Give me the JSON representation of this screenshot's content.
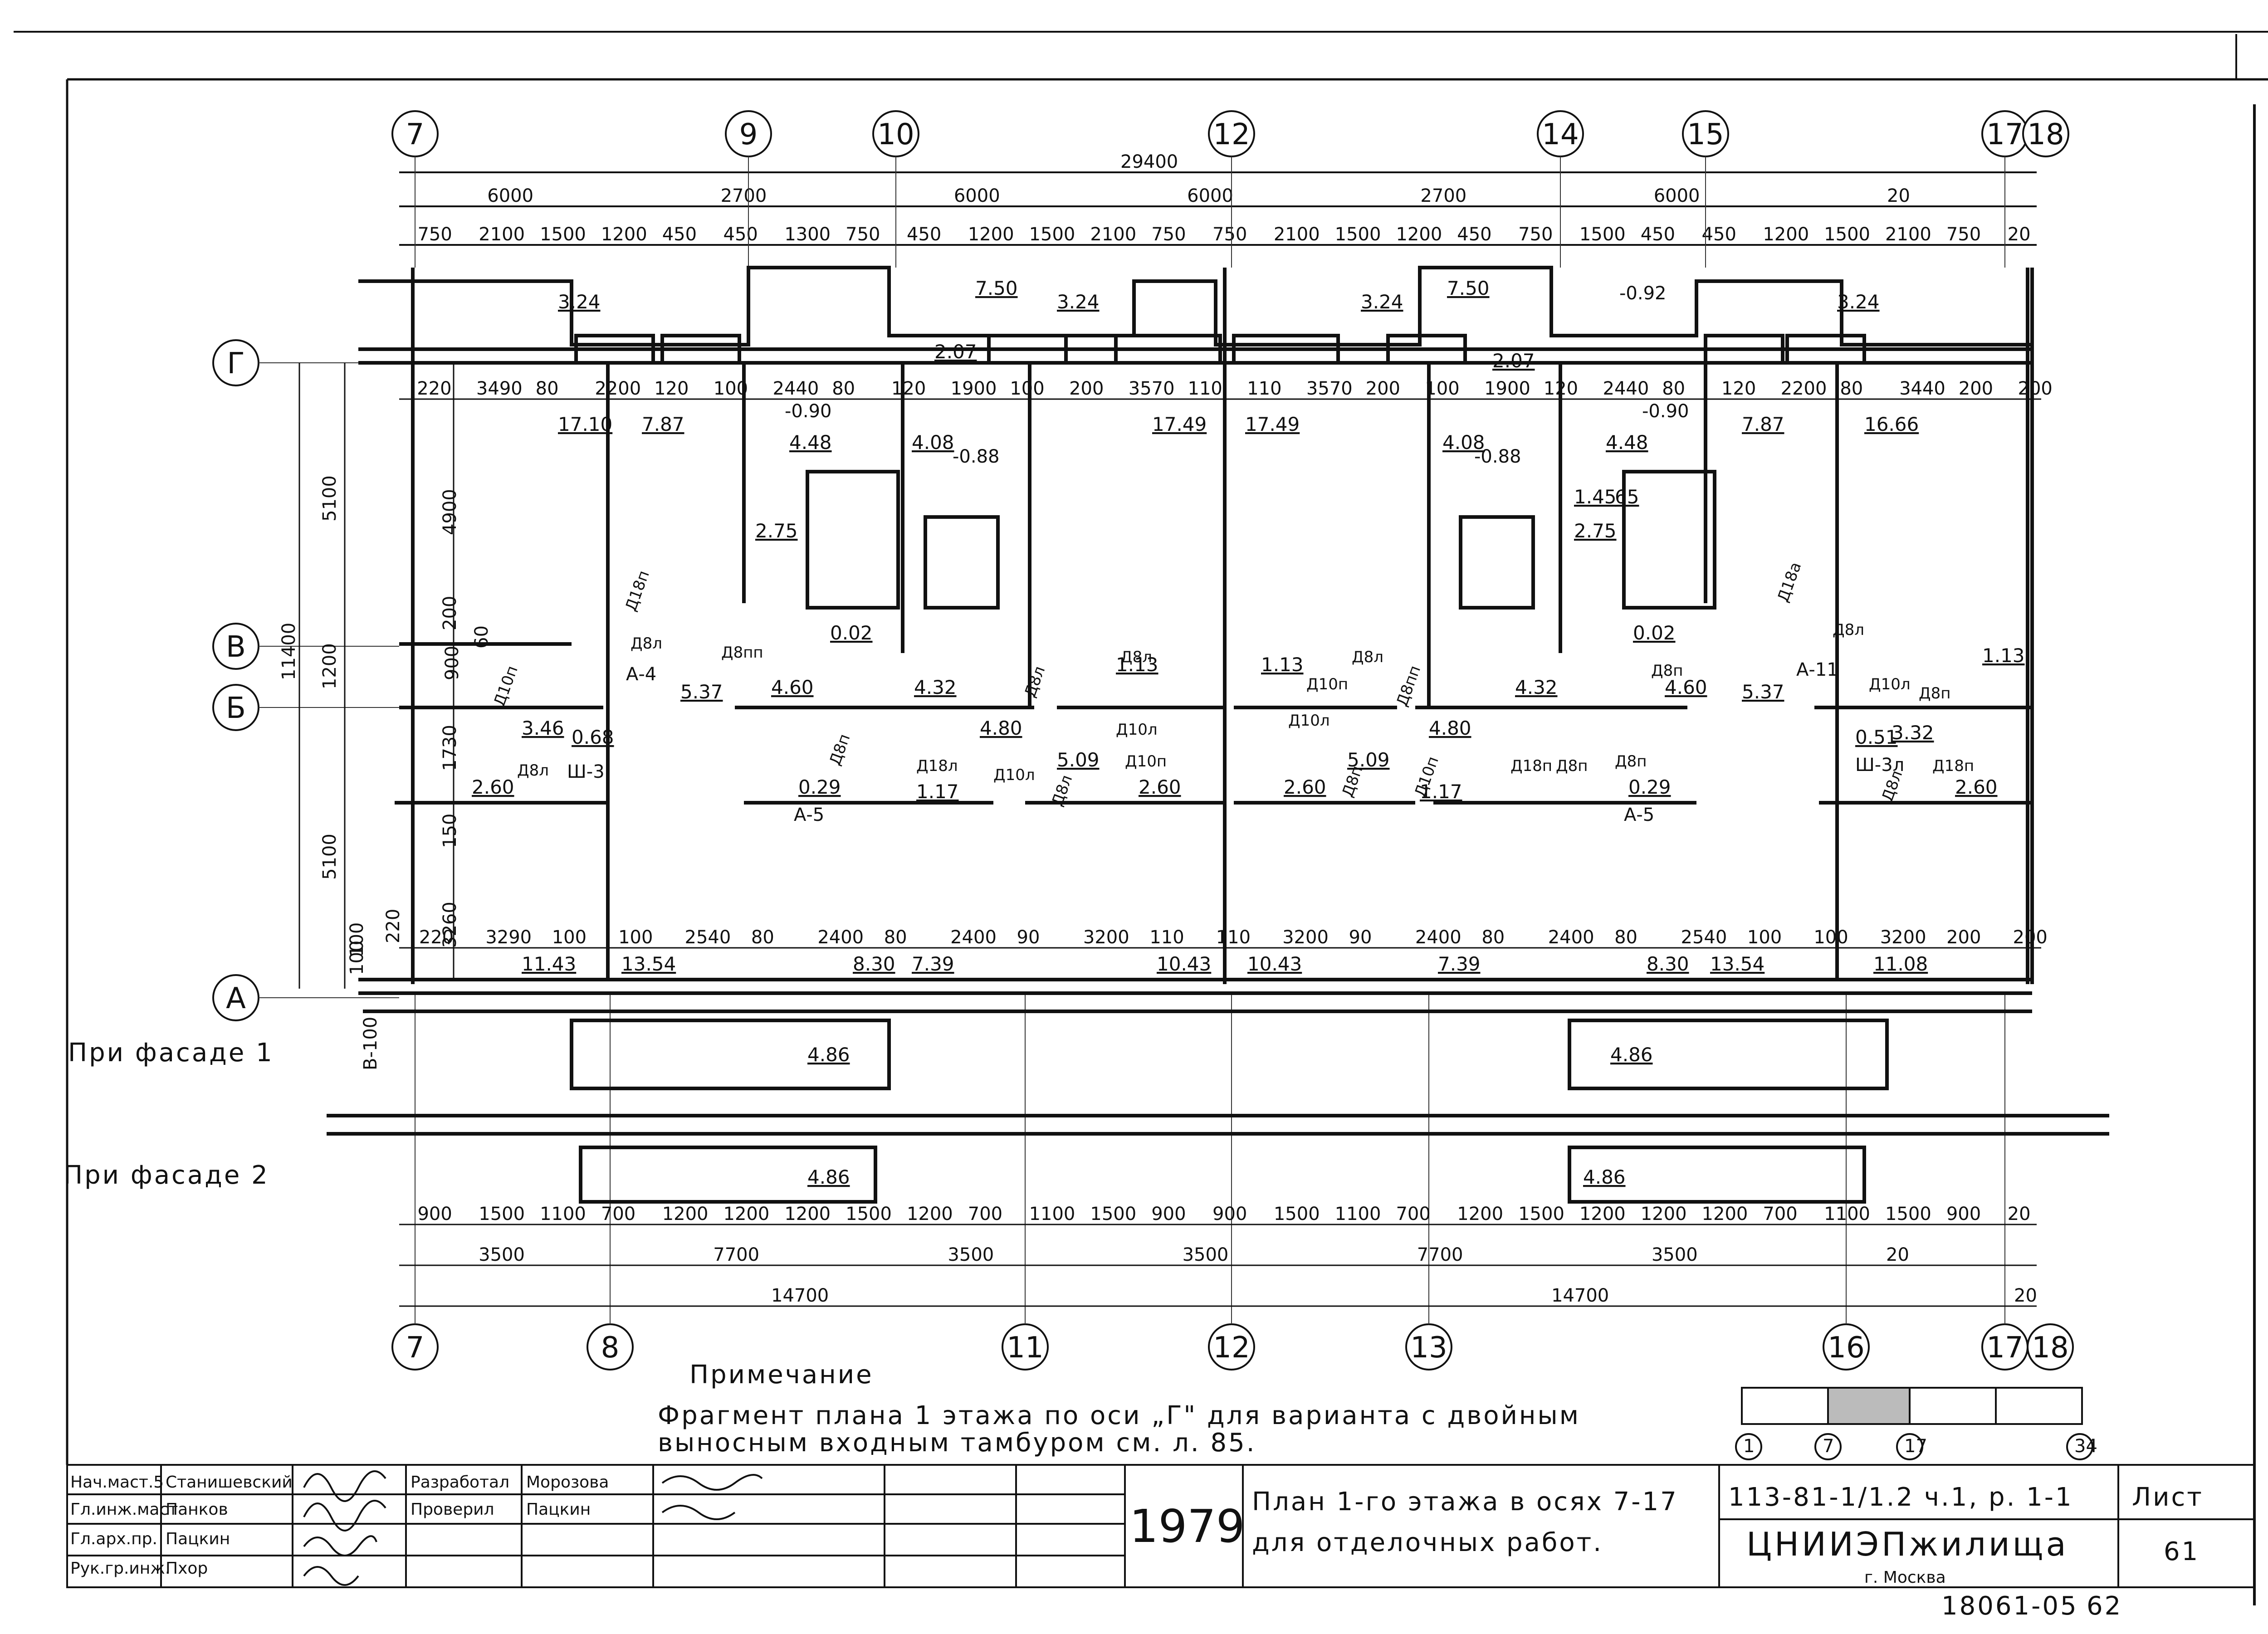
{
  "sheet_corner_number": "62",
  "overall_dim": "29400",
  "top_major_dims": [
    "6000",
    "2700",
    "6000",
    "6000",
    "2700",
    "6000",
    "20"
  ],
  "top_minor_dims": [
    "750",
    "2100",
    "1500",
    "1200",
    "450",
    "450",
    "1300",
    "750",
    "450",
    "1200",
    "1500",
    "2100",
    "750",
    "750",
    "2100",
    "1500",
    "1200",
    "450",
    "750",
    "1500",
    "450",
    "450",
    "1200",
    "1500",
    "2100",
    "750",
    "20"
  ],
  "top_axes": [
    "7",
    "9",
    "10",
    "12",
    "14",
    "15",
    "17",
    "18"
  ],
  "bottom_axes": [
    "7",
    "8",
    "11",
    "12",
    "13",
    "16",
    "17",
    "18"
  ],
  "left_axes": [
    "Г",
    "В",
    "Б",
    "А"
  ],
  "left_dims": [
    "5100",
    "1200",
    "11400",
    "5100",
    "4900",
    "200",
    "900",
    "60",
    "1730",
    "150",
    "3260",
    "100",
    "220",
    "100"
  ],
  "in_wall_dims_top": [
    "220",
    "3490",
    "80",
    "2200",
    "120",
    "100",
    "2440",
    "80",
    "120",
    "1900",
    "100",
    "200",
    "3570",
    "110",
    "110",
    "3570",
    "200",
    "100",
    "1900",
    "120",
    "2440",
    "80",
    "120",
    "2200",
    "80",
    "3440",
    "200",
    "200"
  ],
  "in_wall_dims_bottom": [
    "220",
    "3290",
    "100",
    "100",
    "2540",
    "80",
    "2400",
    "80",
    "2400",
    "90",
    "3200",
    "110",
    "110",
    "3200",
    "90",
    "2400",
    "80",
    "2400",
    "80",
    "2540",
    "100",
    "100",
    "3200",
    "200",
    "200"
  ],
  "room_areas": [
    "3.24",
    "7.50",
    "3.24",
    "3.24",
    "7.50",
    "3.24",
    "17.10",
    "7.87",
    "4.48",
    "4.08",
    "17.49",
    "17.49",
    "4.08",
    "4.48",
    "7.87",
    "16.66",
    "2.75",
    "1.45",
    "65",
    "2.75",
    "5.37",
    "4.60",
    "4.32",
    "4.32",
    "4.60",
    "5.37",
    "3.46",
    "0.68",
    "2.60",
    "0.29",
    "1.17",
    "4.80",
    "5.09",
    "1.13",
    "2.60",
    "1.13",
    "2.60",
    "5.09",
    "4.80",
    "1.17",
    "0.29",
    "0.51",
    "3.32",
    "2.60",
    "1.13",
    "11.43",
    "13.54",
    "8.30",
    "7.39",
    "10.43",
    "10.43",
    "7.39",
    "8.30",
    "13.54",
    "11.08",
    "4.86",
    "4.86",
    "4.86",
    "4.86",
    "0.02",
    "0.02",
    "2.07",
    "2.07"
  ],
  "levels": [
    "-0.90",
    "-0.88",
    "-0.88",
    "-0.90",
    "-0.92"
  ],
  "door_marks": [
    "Д18п",
    "Д8л",
    "Д8пп",
    "Д8л",
    "Д8л",
    "Д10л",
    "Д8п",
    "Д18л",
    "Д10л",
    "Д8л",
    "Д10п",
    "Д10л",
    "Д8п",
    "Д10п",
    "Д8л",
    "Д8пп",
    "Д18п",
    "Д8п",
    "Д10п",
    "Д8п",
    "Д8п",
    "Д18а",
    "Д8л",
    "Д10л",
    "Д8л",
    "Д18п",
    "Д8л",
    "Д10п",
    "Д8п"
  ],
  "fragment_marks": [
    "А-4",
    "А-5",
    "Ш-3",
    "А-5",
    "Ш-3л",
    "А-11"
  ],
  "facade_labels": [
    "При фасаде 1",
    "При фасаде 2"
  ],
  "vestibule_dim": "В-100",
  "bottom_minor_dims": [
    "900",
    "1500",
    "1100",
    "700",
    "1200",
    "1200",
    "1200",
    "1500",
    "1200",
    "700",
    "1100",
    "1500",
    "900",
    "900",
    "1500",
    "1100",
    "700",
    "1200",
    "1500",
    "1200",
    "1200",
    "1200",
    "700",
    "1100",
    "1500",
    "900",
    "20"
  ],
  "bottom_mid_dims": [
    "3500",
    "7700",
    "3500",
    "3500",
    "7700",
    "3500",
    "20"
  ],
  "bottom_major_dims": [
    "14700",
    "14700",
    "20"
  ],
  "note_title": "Примечание",
  "note_line1": "Фрагмент плана 1 этажа по оси „Г\" для варианта с двойным",
  "note_line2": "выносным входным тамбуром см. л. 85.",
  "key_plan_labels": [
    "1",
    "7",
    "17",
    "34"
  ],
  "stamp": {
    "roles": [
      "Нач.маст.5",
      "Гл.инж.маст",
      "Гл.арх.пр.",
      "Рук.гр.инж."
    ],
    "names": [
      "Станишевский",
      "Панков",
      "Пацкин",
      "Пхор"
    ],
    "roles2": [
      "Разработал",
      "Проверил"
    ],
    "names2": [
      "Морозова",
      "Пацкин"
    ],
    "year": "1979",
    "title_line1": "План 1-го этажа в осях 7-17",
    "title_line2": "для отделочных работ.",
    "series": "113-81-1/1.2 ч.1, р. 1-1",
    "org": "ЦНИИЭПжилища",
    "city": "г. Москва",
    "sheet_label": "Лист",
    "sheet_no": "61",
    "archive_no": "18061-05",
    "archive_sheet": "62"
  }
}
